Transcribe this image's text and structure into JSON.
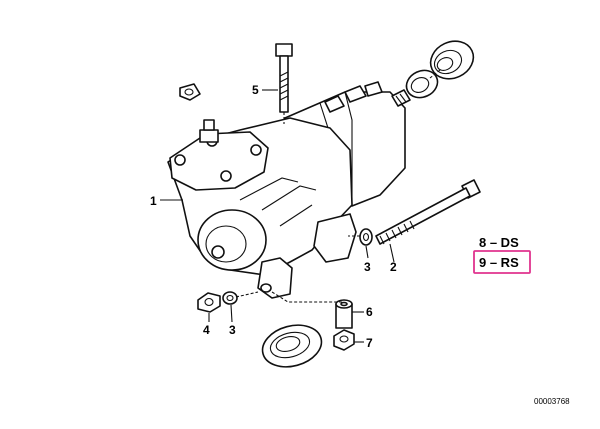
{
  "callouts": {
    "c1": "1",
    "c2": "2",
    "c3a": "3",
    "c3b": "3",
    "c4": "4",
    "c5": "5",
    "c6": "6",
    "c7": "7"
  },
  "legend": {
    "ds": "8 – DS",
    "rs": "9 – RS",
    "highlight_color": "#e0338e"
  },
  "diagram_code": "00003768"
}
